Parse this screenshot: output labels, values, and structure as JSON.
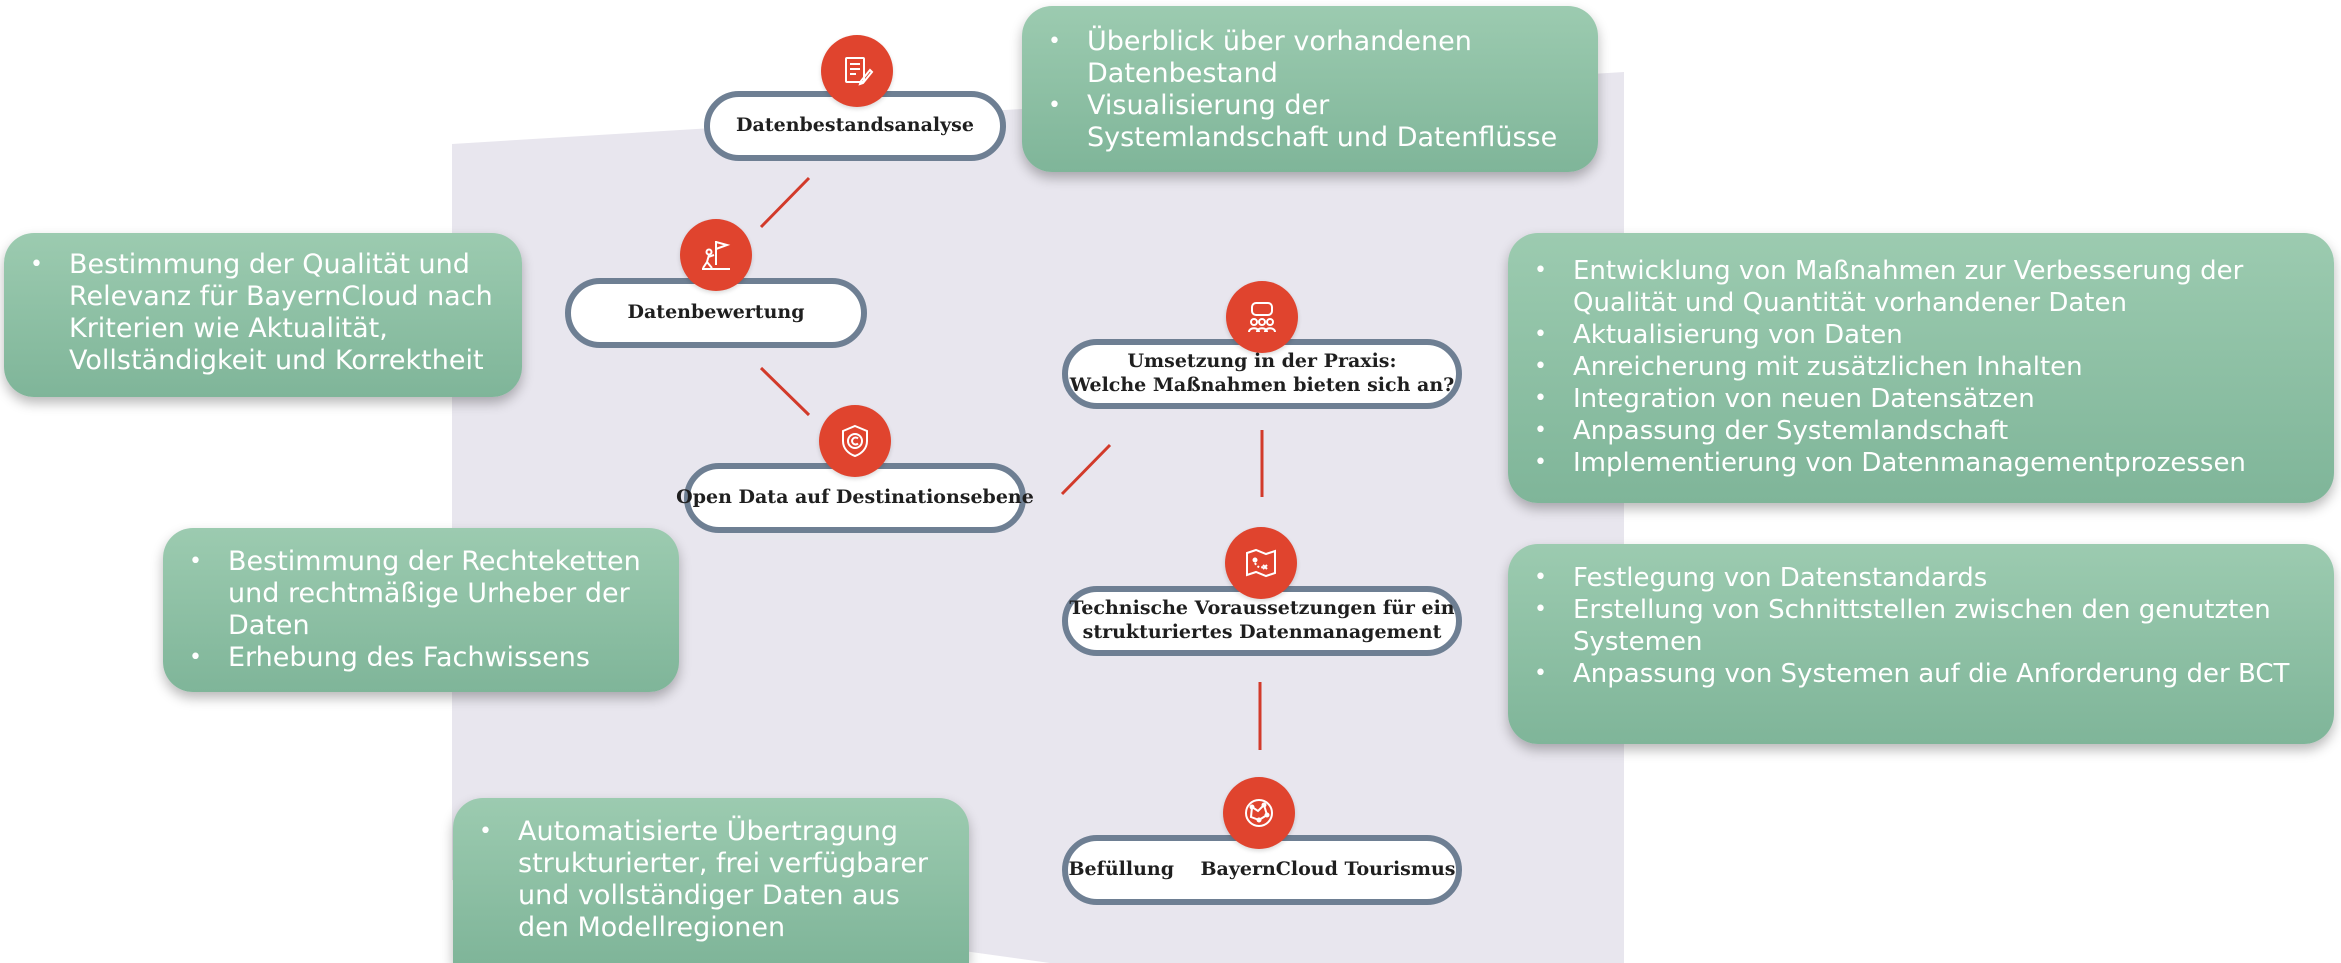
{
  "nodes": {
    "datenbestandsanalyse": "Datenbestandsanalyse",
    "datenbewertung": "Datenbewertung",
    "open_data": "Open Data auf Destinationsebene",
    "umsetzung": "Umsetzung in der Praxis:\nWelche Maßnahmen bieten sich an?",
    "technische": "Technische Voraussetzungen für ein\nstrukturiertes Datenmanagement",
    "befuellung": "Befüllung    BayernCloud Tourismus"
  },
  "icons": {
    "datenbestandsanalyse": "document-pen-icon",
    "datenbewertung": "flag-climber-icon",
    "open_data": "copyright-shield-icon",
    "umsetzung": "meeting-people-icon",
    "technische": "map-icon",
    "befuellung": "globe-network-icon"
  },
  "boxes": {
    "datenbestandsanalyse": [
      "Überblick über vorhandenen Datenbestand",
      "Visualisierung der Systemlandschaft und Datenflüsse"
    ],
    "datenbewertung": [
      "Bestimmung der Qualität und Relevanz für BayernCloud nach Kriterien wie Aktualität, Vollständigkeit und Korrektheit"
    ],
    "open_data": [
      "Bestimmung der Rechteketten und rechtmäßige Urheber der Daten",
      "Erhebung des Fachwissens"
    ],
    "umsetzung": [
      "Entwicklung von Maßnahmen zur Verbesserung der Qualität und Quantität vorhandener Daten",
      "Aktualisierung von Daten",
      "Anreicherung mit zusätzlichen Inhalten",
      "Integration von neuen Datensätzen",
      "Anpassung der Systemlandschaft",
      "Implementierung von Datenmanagementprozessen"
    ],
    "technische": [
      "Festlegung von Datenstandards",
      "Erstellung von Schnittstellen zwischen den genutzten Systemen",
      "Anpassung von Systemen auf die Anforderung der BCT"
    ],
    "befuellung": [
      "Automatisierte Übertragung strukturierter, frei verfügbarer und vollständiger Daten aus den Modellregionen"
    ]
  },
  "colors": {
    "accent": "#e0442e",
    "pill_border": "#6e7f93",
    "box_green": "#8cc0a4",
    "background_shape": "#e8e6ee",
    "connector": "#d23a2a"
  }
}
